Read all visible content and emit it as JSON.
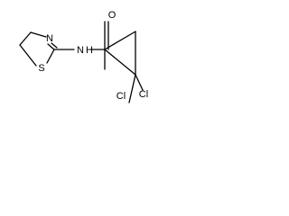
{
  "molecule": {
    "atoms": [
      {
        "id": "n_ring",
        "symbol": "N"
      },
      {
        "id": "s_ring",
        "symbol": "S"
      },
      {
        "id": "n_amide",
        "symbol": "N"
      },
      {
        "id": "h_amide",
        "symbol": "H"
      },
      {
        "id": "o_carbonyl",
        "symbol": "O"
      },
      {
        "id": "cl_1",
        "symbol": "Cl"
      },
      {
        "id": "cl_2",
        "symbol": "Cl"
      }
    ]
  }
}
